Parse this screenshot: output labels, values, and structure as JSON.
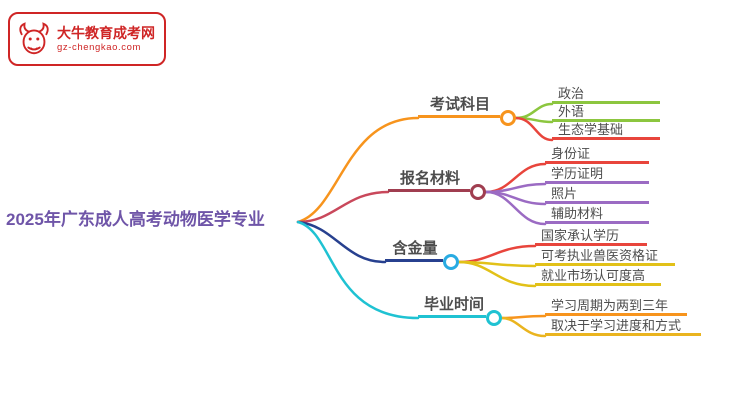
{
  "logo": {
    "title": "大牛教育成考网",
    "subtitle": "gz-chengkao.com",
    "brand_color": "#cf2525"
  },
  "central": {
    "label": "2025年广东成人高考动物医学专业",
    "color": "#6f55a8"
  },
  "branches": [
    {
      "label": "考试科目",
      "color": "#f7941d",
      "circle_color": "#f7941d",
      "children": [
        {
          "label": "政治",
          "color": "#8cc63f"
        },
        {
          "label": "外语",
          "color": "#8cc63f"
        },
        {
          "label": "生态学基础",
          "color": "#e8453c"
        }
      ]
    },
    {
      "label": "报名材料",
      "color": "#c9485b",
      "circle_color": "#a03e50",
      "children": [
        {
          "label": "身份证",
          "color": "#e8453c"
        },
        {
          "label": "学历证明",
          "color": "#9b6bc3"
        },
        {
          "label": "照片",
          "color": "#9b6bc3"
        },
        {
          "label": "辅助材料",
          "color": "#9b6bc3"
        }
      ]
    },
    {
      "label": "含金量",
      "color": "#27408f",
      "circle_color": "#29abe2",
      "children": [
        {
          "label": "国家承认学历",
          "color": "#e8453c"
        },
        {
          "label": "可考执业兽医资格证",
          "color": "#e2c118"
        },
        {
          "label": "就业市场认可度高",
          "color": "#e2c118"
        }
      ]
    },
    {
      "label": "毕业时间",
      "color": "#1fc2d2",
      "circle_color": "#1fc2d2",
      "children": [
        {
          "label": "学习周期为两到三年",
          "color": "#f7941d"
        },
        {
          "label": "取决于学习进度和方式",
          "color": "#eab41f"
        }
      ]
    }
  ]
}
